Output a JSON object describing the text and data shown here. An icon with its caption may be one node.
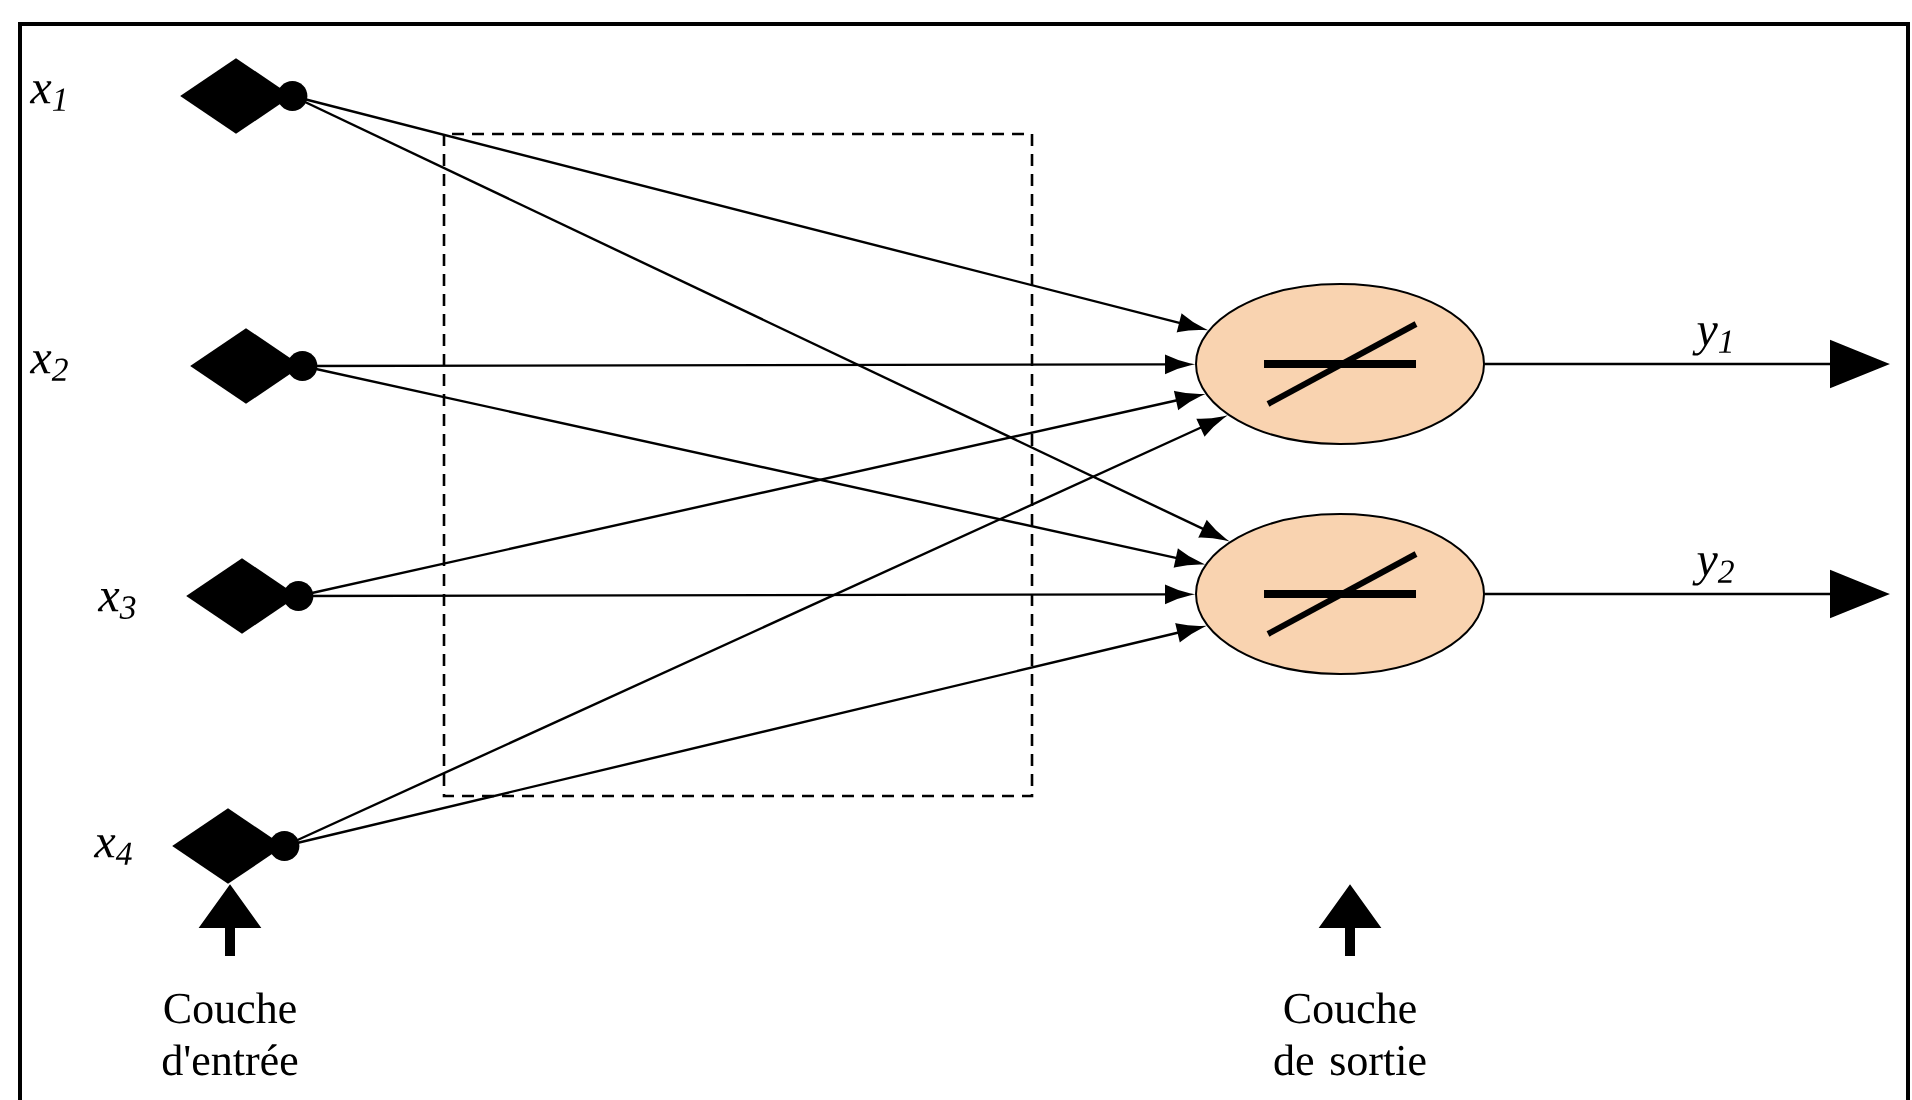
{
  "diagram": {
    "nodes": [
      {
        "text": [],
        "shape": "diamond",
        "beside": [
          "x$_{1}$"
        ]
      },
      {
        "text": [],
        "shape": "diamond",
        "beside": [
          "x$_{2}$"
        ]
      },
      {
        "text": [],
        "shape": "diamond",
        "beside": [
          "x$_{3}$"
        ]
      },
      {
        "text": [],
        "shape": "diamond",
        "beside": [
          "x$_{4}$"
        ]
      },
      {
        "text": [],
        "shape": "circle"
      },
      {
        "text": [],
        "shape": "circle"
      }
    ],
    "edges": [
      {
        "from": 0,
        "to": 4,
        "arrow": "to"
      },
      {
        "from": 0,
        "to": 5,
        "arrow": "to"
      },
      {
        "from": 1,
        "to": 4,
        "arrow": "to"
      },
      {
        "from": 1,
        "to": 5,
        "arrow": "to"
      },
      {
        "from": 2,
        "to": 4,
        "arrow": "to"
      },
      {
        "from": 2,
        "to": 5,
        "arrow": "to"
      },
      {
        "from": 3,
        "to": 4,
        "arrow": "to"
      },
      {
        "from": 3,
        "to": 5,
        "arrow": "to"
      },
      {
        "from": 4,
        "to": null,
        "arrow": "to",
        "label": "y$_{1}$"
      },
      {
        "from": 5,
        "to": null,
        "arrow": "to",
        "label": "y$_{2}$"
      }
    ],
    "labels": [
      "Couche d'entrée",
      "Couche de sortie"
    ]
  }
}
